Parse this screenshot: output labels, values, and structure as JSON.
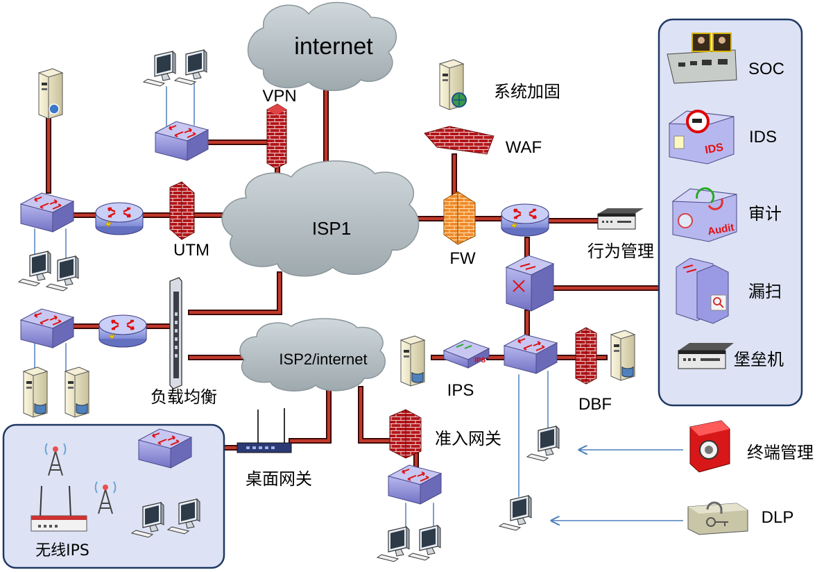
{
  "clouds": {
    "internet": "internet",
    "isp1": "ISP1",
    "isp2": "ISP2/internet"
  },
  "labels": {
    "vpn": "VPN",
    "utm": "UTM",
    "fw": "FW",
    "waf": "WAF",
    "system_hardening": "系统加固",
    "behavior_mgmt": "行为管理",
    "load_balancer": "负载均衡",
    "ips": "IPS",
    "dbf": "DBF",
    "access_gateway": "准入网关",
    "desktop_gateway": "桌面网关",
    "wireless_ips": "无线IPS",
    "terminal_mgmt": "终端管理",
    "dlp": "DLP"
  },
  "security_panel": {
    "items": [
      {
        "label": "SOC",
        "icon": "soc-console-icon"
      },
      {
        "label": "IDS",
        "icon": "ids-icon"
      },
      {
        "label": "审计",
        "icon": "audit-icon"
      },
      {
        "label": "漏扫",
        "icon": "vulnerability-scan-icon"
      },
      {
        "label": "堡垒机",
        "icon": "bastion-host-icon"
      }
    ]
  },
  "colors": {
    "link": "#b22222",
    "link_border": "#2a0000",
    "cloud": "#b8c3c8",
    "switch": "#8e8ed8",
    "router": "#9da8ec",
    "panel_bg": "#dde3f4",
    "panel_border": "#1f3864",
    "arrow": "#4a7ebb"
  }
}
